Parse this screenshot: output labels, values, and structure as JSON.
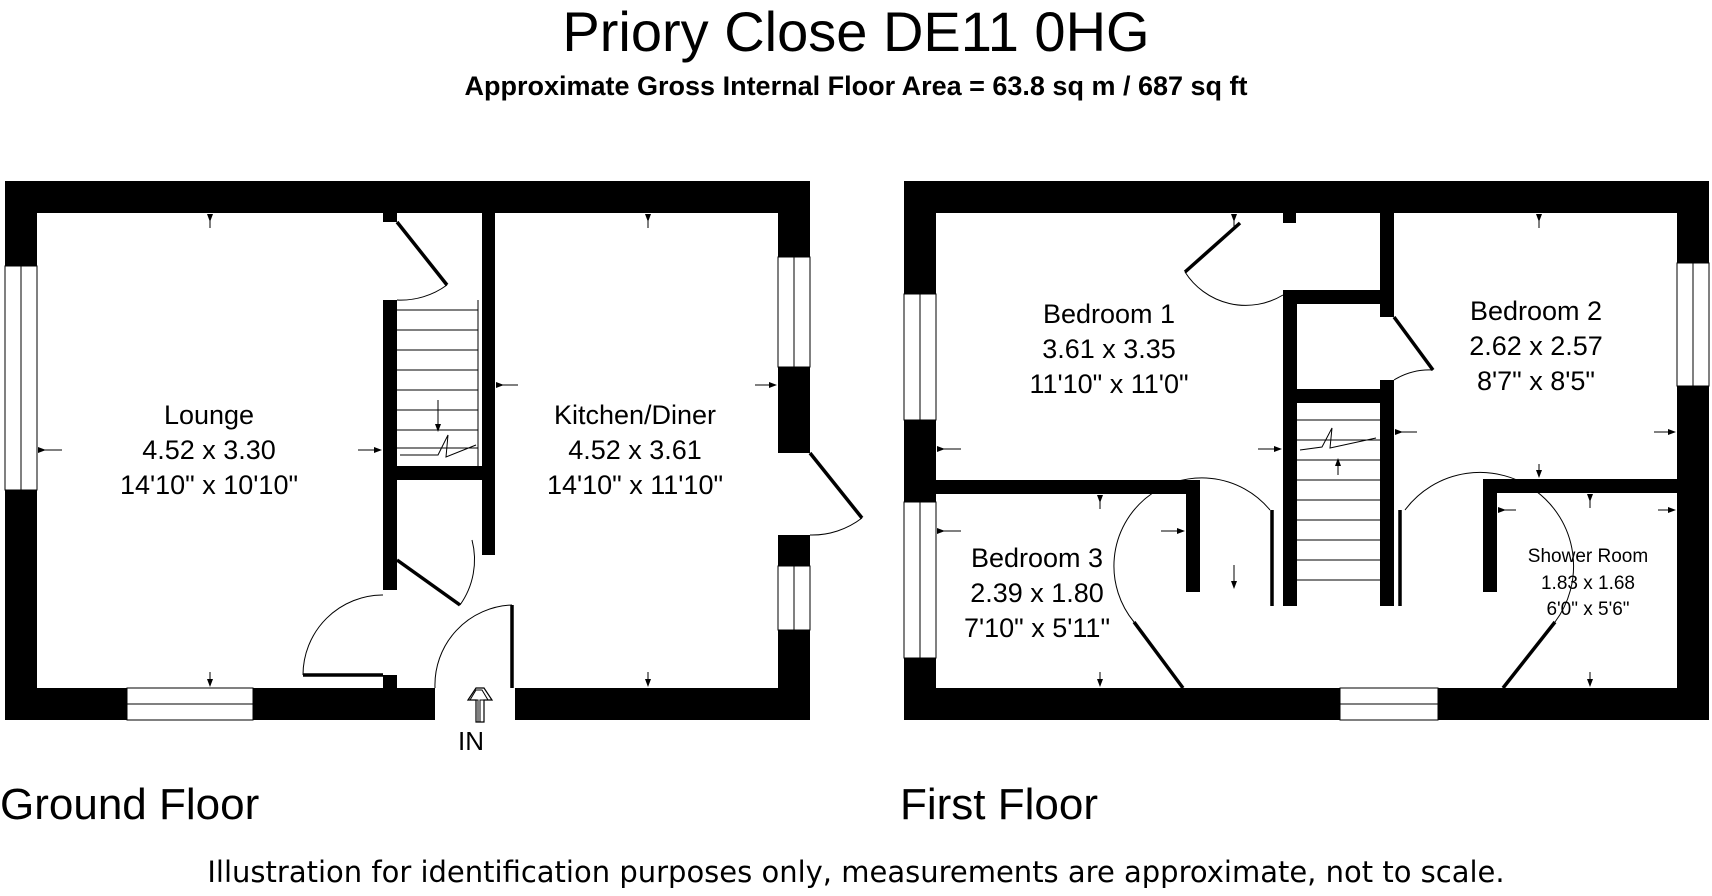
{
  "title": "Priory Close DE11 0HG",
  "subtitle": "Approximate Gross Internal Floor Area = 63.8 sq m / 687 sq ft",
  "ground_floor": {
    "label": "Ground Floor",
    "entrance_label": "IN",
    "rooms": [
      {
        "name": "Lounge",
        "metric": "4.52 x 3.30",
        "imperial": "14'10\" x 10'10\""
      },
      {
        "name": "Kitchen/Diner",
        "metric": "4.52 x 3.61",
        "imperial": "14'10\" x 11'10\""
      }
    ]
  },
  "first_floor": {
    "label": "First Floor",
    "rooms": [
      {
        "name": "Bedroom 1",
        "metric": "3.61 x 3.35",
        "imperial": "11'10\" x 11'0\""
      },
      {
        "name": "Bedroom 2",
        "metric": "2.62 x 2.57",
        "imperial": "8'7\" x 8'5\""
      },
      {
        "name": "Bedroom 3",
        "metric": "2.39 x 1.80",
        "imperial": "7'10\" x 5'11\""
      },
      {
        "name": "Shower Room",
        "metric": "1.83 x 1.68",
        "imperial": "6'0\" x 5'6\""
      }
    ]
  },
  "disclaimer": "Illustration for identification purposes only, measurements are approximate, not to scale."
}
